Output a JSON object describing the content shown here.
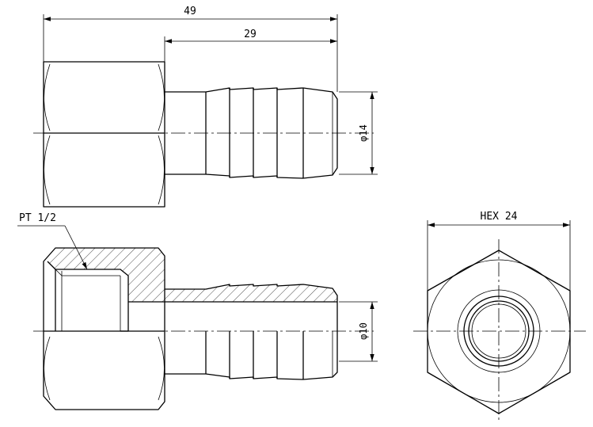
{
  "dimensions": {
    "overall_length": "49",
    "barb_length": "29",
    "outer_diameter": "φ14",
    "inner_diameter": "φ10",
    "hex_size": "HEX 24",
    "thread": "PT 1/2"
  }
}
